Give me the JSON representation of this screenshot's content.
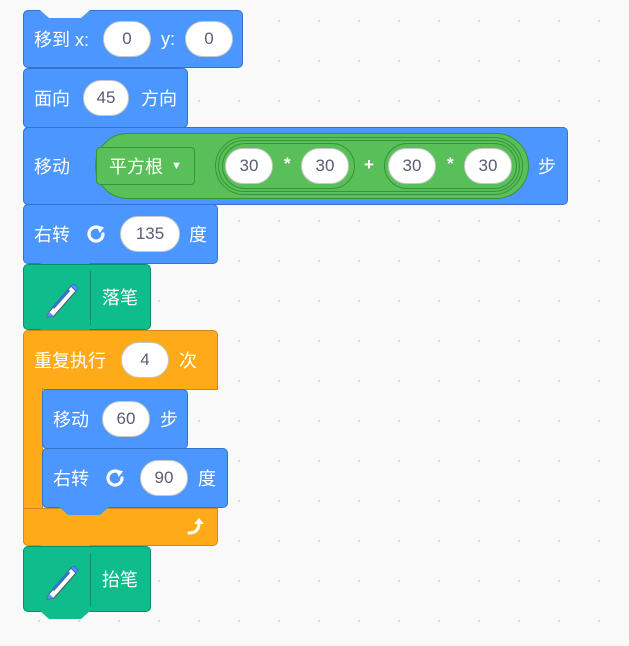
{
  "blocks": {
    "goto": {
      "label": "移到 x:",
      "x": "0",
      "y_label": "y:",
      "y": "0"
    },
    "point": {
      "label_pre": "面向",
      "value": "45",
      "label_post": "方向"
    },
    "move_sqrt": {
      "label": "移动",
      "func": "平方根",
      "a": "30",
      "op1": "*",
      "b": "30",
      "plus": "+",
      "c": "30",
      "op2": "*",
      "d": "30",
      "suffix": "步"
    },
    "turn1": {
      "label": "右转",
      "value": "135",
      "suffix": "度",
      "icon": "rotate-clockwise-icon"
    },
    "pen_down": {
      "label": "落笔",
      "icon": "pen-icon"
    },
    "repeat": {
      "label": "重复执行",
      "value": "4",
      "suffix": "次",
      "icon": "loop-arrow-icon"
    },
    "inner_move": {
      "label": "移动",
      "value": "60",
      "suffix": "步"
    },
    "inner_turn": {
      "label": "右转",
      "value": "90",
      "suffix": "度",
      "icon": "rotate-clockwise-icon"
    },
    "pen_up": {
      "label": "抬笔",
      "icon": "pen-icon"
    }
  },
  "colors": {
    "motion": "#4c97ff",
    "pen": "#0fbd8c",
    "control": "#ffab19",
    "operator": "#59c059"
  }
}
